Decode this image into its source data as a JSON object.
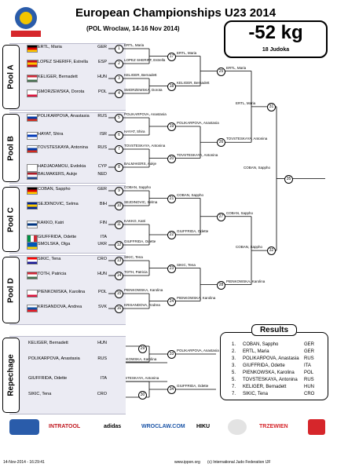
{
  "header": {
    "title": "European Championships U23 2014",
    "subtitle": "(POL Wroclaw, 14-16 Nov 2014)",
    "category": "-52 kg",
    "judoka_count": "18 Judoka"
  },
  "pools": [
    {
      "label": "Pool A",
      "entries": [
        {
          "name": "ERTL, Maria",
          "country": "GER"
        },
        {
          "name": "LOPEZ SHERIFF, Estrella",
          "country": "ESP"
        },
        {
          "name": "KELIGER, Bernadett",
          "country": "HUN"
        },
        {
          "name": "SMORZEWSKA, Dorota",
          "country": "POL"
        }
      ]
    },
    {
      "label": "Pool B",
      "entries": [
        {
          "name": "POLIKARPOVA, Anastasia",
          "country": "RUS"
        },
        {
          "name": "HAYAT, Shira",
          "country": "ISR"
        },
        {
          "name": "TOVSTESKAYA, Antonina",
          "country": "RUS"
        },
        {
          "name": "HADJADAMOU, Evdokia",
          "country": "CYP"
        },
        {
          "name": "BALMAKERS, Aukje",
          "country": "NED"
        }
      ]
    },
    {
      "label": "Pool C",
      "entries": [
        {
          "name": "COBAN, Sappho",
          "country": "GER"
        },
        {
          "name": "SEJDINOVIC, Selma",
          "country": "BIH"
        },
        {
          "name": "KAKKO, Katri",
          "country": "FIN"
        },
        {
          "name": "GIUFFRIDA, Odette",
          "country": "ITA"
        },
        {
          "name": "SMOLSKA, Olga",
          "country": "UKR"
        }
      ]
    },
    {
      "label": "Pool D",
      "entries": [
        {
          "name": "SIKIC, Tena",
          "country": "CRO"
        },
        {
          "name": "TOTH, Patricia",
          "country": "HUN"
        },
        {
          "name": "PIENKOWSKA, Karolina",
          "country": "POL"
        },
        {
          "name": "KRISANDOVA, Andrea",
          "country": "SVK"
        }
      ]
    }
  ],
  "bracket_labels": {
    "r1": [
      "ERTL, Maria",
      "LOPEZ SHERIFF, Estrella",
      "KELIGER, Bernadett",
      "SMORZEWSKA, Dorota",
      "POLIKARPOVA, Anastasia",
      "HAYAT, Shira",
      "TOVSTESKAYA, Antonina",
      "BALMAKERS, Aukje",
      "COBAN, Sappho",
      "SEJDINOVIC, Selma",
      "KAKKO, Katri",
      "GIUFFRIDA, Odette",
      "SIKIC, Tena",
      "TOTH, Patricia",
      "PIENKOWSKA, Karolina",
      "KRISANDOVA, Andrea"
    ],
    "r2": [
      "ERTL, Maria",
      "KELIGER, Bernadett",
      "POLIKARPOVA, Anastasia",
      "TOVSTESKAYA, Antonina",
      "COBAN, Sappho",
      "GIUFFRIDA, Odette",
      "SIKIC, Tena",
      "PIENKOWSKA, Karolina"
    ],
    "r3": [
      "ERTL, Maria",
      "TOVSTESKAYA, Antonina",
      "COBAN, Sappho",
      "PIENKOWSKA, Karolina"
    ],
    "r4": [
      "ERTL, Maria",
      "COBAN, Sappho"
    ],
    "final": "COBAN, Sappho"
  },
  "match_numbers": {
    "r1": [
      "1",
      "2",
      "3",
      "4",
      "5",
      "6",
      "7",
      "8",
      "9",
      "10",
      "11",
      "12",
      "13",
      "14",
      "15",
      "16"
    ],
    "r2": [
      "17",
      "18",
      "19",
      "20",
      "21",
      "22",
      "23",
      "24"
    ],
    "r3": [
      "25",
      "26",
      "27",
      "28"
    ],
    "r4": [
      "31",
      "32"
    ],
    "final": "35"
  },
  "repechage": {
    "label": "Repechage",
    "entries": [
      {
        "name": "KELIGER, Bernadett",
        "country": "HUN"
      },
      {
        "name": "POLIKARPOVA, Anastasia",
        "country": "RUS"
      },
      {
        "name": "GIUFFRIDA, Odette",
        "country": "ITA"
      },
      {
        "name": "SIKIC, Tena",
        "country": "CRO"
      }
    ],
    "mid": [
      "PIENKOWSKA, Karolina",
      "TOVSTESKAYA, Antonina"
    ],
    "winners": [
      "POLIKARPOVA, Anastasia",
      "GIUFFRIDA, Odette"
    ],
    "match_numbers": [
      "29",
      "30",
      "33",
      "34"
    ]
  },
  "results": {
    "title": "Results",
    "rows": [
      {
        "place": "1.",
        "name": "COBAN, Sappho",
        "country": "GER"
      },
      {
        "place": "2.",
        "name": "ERTL, Maria",
        "country": "GER"
      },
      {
        "place": "3.",
        "name": "POLIKARPOVA, Anastasia",
        "country": "RUS"
      },
      {
        "place": "3.",
        "name": "GIUFFRIDA, Odette",
        "country": "ITA"
      },
      {
        "place": "5.",
        "name": "PIENKOWSKA, Karolina",
        "country": "POL"
      },
      {
        "place": "5.",
        "name": "TOVSTESKAYA, Antonina",
        "country": "RUS"
      },
      {
        "place": "7.",
        "name": "KELIGER, Bernadett",
        "country": "HUN"
      },
      {
        "place": "7.",
        "name": "SIKIC, Tena",
        "country": "CRO"
      }
    ]
  },
  "sponsors": [
    "INTRATOOL",
    "adidas",
    "WROCLAW.COM",
    "HIKU",
    "TRZEWIEN"
  ],
  "footer": {
    "timestamp": "14-Nov-2014 - 16:29:41",
    "website": "www.ippon.org",
    "copyright": "(c) International Judo Federation IJF"
  },
  "colors": {
    "pool_panel": "#ebebf3",
    "line": "#000000"
  }
}
